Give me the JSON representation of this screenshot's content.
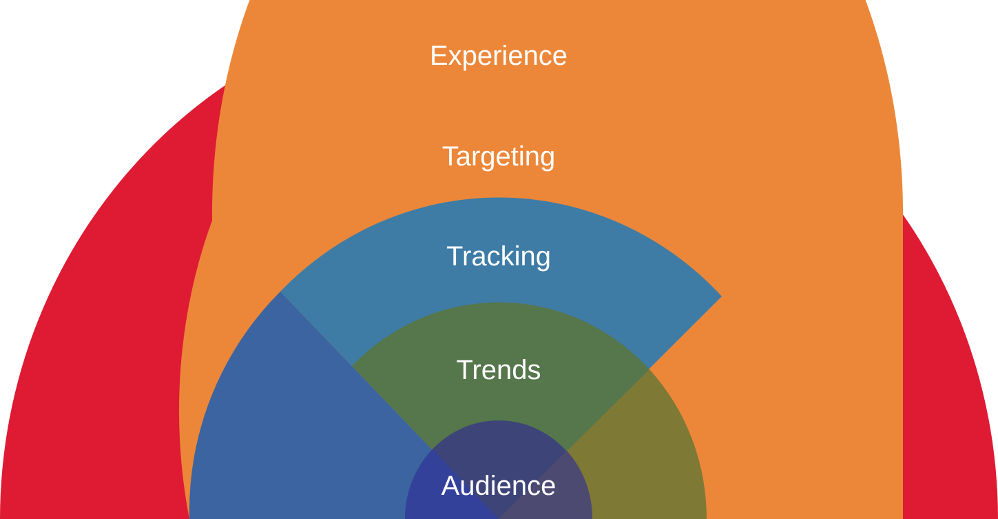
{
  "diagram": {
    "layers": [
      {
        "id": "experience",
        "label": "Experience",
        "color": "#df1a33"
      },
      {
        "id": "targeting",
        "label": "Targeting",
        "color": "#ec8739"
      },
      {
        "id": "tracking",
        "label": "Tracking",
        "color": "#3e7ca6"
      },
      {
        "id": "trends",
        "label": "Trends",
        "color": "#56764b"
      },
      {
        "id": "audience",
        "label": "Audience",
        "color": "#3d4478"
      }
    ],
    "overlap_colors": {
      "targeting_x_left_quadrant": "#3b64a0",
      "trends_x_right_quadrant": "#7f7936",
      "audience_x_left_quadrant": "#33419b",
      "audience_x_right_quadrant": "#4d4a72"
    }
  }
}
